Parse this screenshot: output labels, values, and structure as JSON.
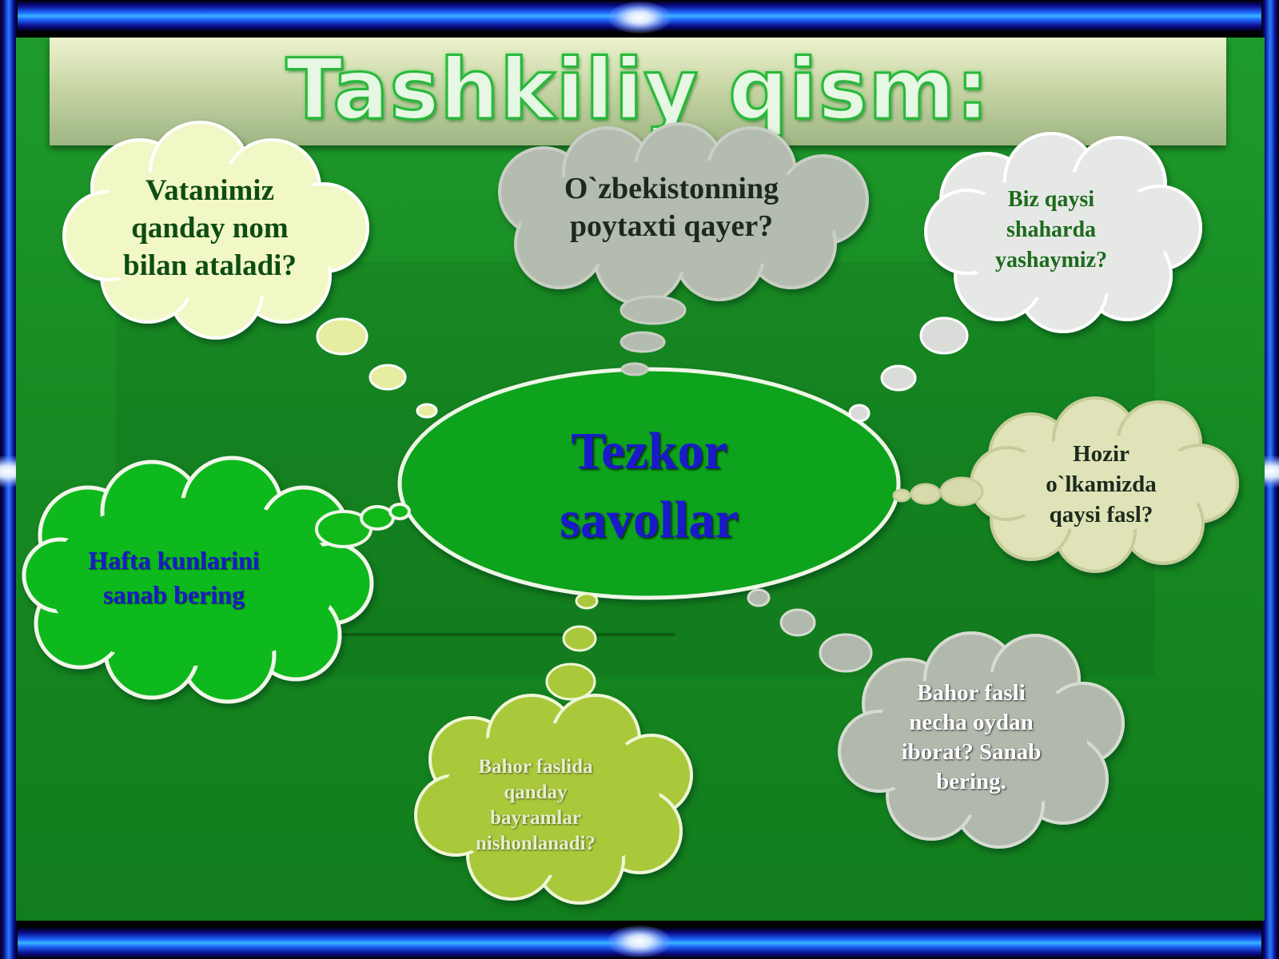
{
  "title": "Tashkiliy qism:",
  "center": {
    "line1": "Tezkor",
    "line2": "savollar"
  },
  "questions": {
    "q_name": "Vatanimiz qanday nom bilan ataladi?",
    "q_capital": "O`zbekistonning poytaxti qayer?",
    "q_city": "Biz qaysi shaharda yashaymiz?",
    "q_season": "Hozir o`lkamizda qaysi fasl?",
    "q_spring_months": "Bahor fasli necha oydan iborat? Sanab bering.",
    "q_holidays": "Bahor faslida qanday bayramlar nishonlanadi?",
    "q_weekdays": "Hafta kunlarini sanab bering"
  },
  "colors": {
    "background": "#168a22",
    "center_fill": "#10a31c",
    "center_text": "#1a1acc",
    "cloud_cream": "#f2f7c6",
    "cloud_grey": "#b4bcb0",
    "cloud_lightgrey": "#e6e8e6",
    "cloud_beige": "#dfe3b7",
    "cloud_olive": "#a9c93a",
    "cloud_green": "#11b91a"
  }
}
